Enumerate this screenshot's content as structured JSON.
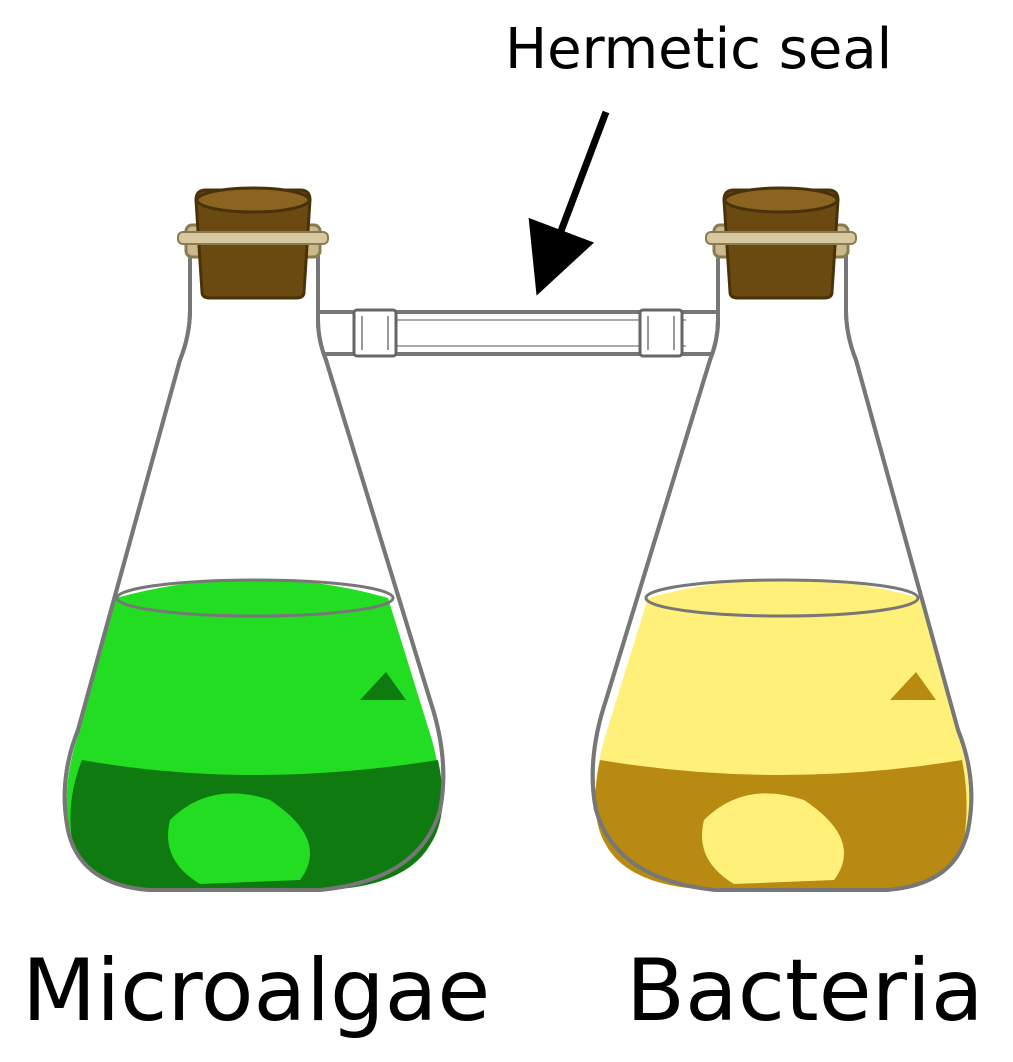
{
  "annotation": {
    "text": "Hermetic seal"
  },
  "flasks": [
    {
      "label": "Microalgae",
      "culture_color": "#22dd22",
      "culture_shade": "#0f7a0f"
    },
    {
      "label": "Bacteria",
      "culture_color": "#fff07a",
      "culture_shade": "#b98a12"
    }
  ],
  "stopper_color": "#6b4a12",
  "glass_outline": "#777777"
}
